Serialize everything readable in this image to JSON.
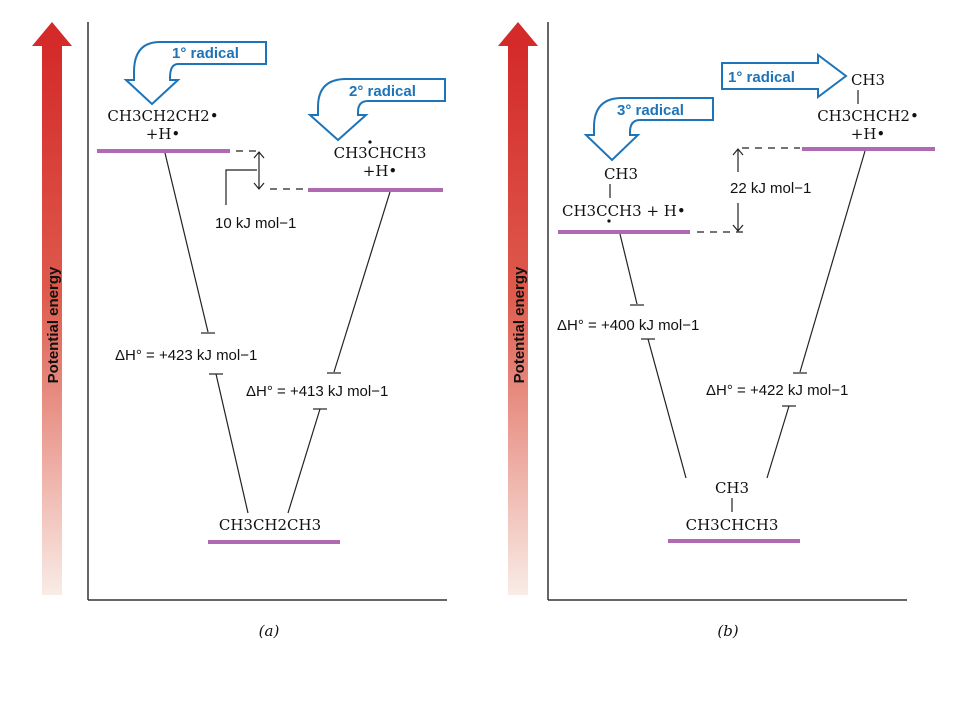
{
  "colors": {
    "level_line": "#b06ab3",
    "callout_blue": "#1e74b8",
    "arrow_top": "#d42a2a",
    "arrow_bottom": "#f9ece6"
  },
  "panel_a": {
    "y_axis_label": "Potential energy",
    "panel_label": "(a)",
    "callout_primary": "1° radical",
    "callout_secondary": "2° radical",
    "primary_product_line1": "CH3CH2CH2•",
    "primary_product_line2": "+H•",
    "secondary_product_line1": "CH3CHCH3",
    "secondary_product_line2": "+H•",
    "reactant": "CH3CH2CH3",
    "energy_gap": "10 kJ mol−1",
    "dh_primary": "ΔH° = +423 kJ mol−1",
    "dh_secondary": "ΔH° = +413 kJ mol−1"
  },
  "panel_b": {
    "y_axis_label": "Potential energy",
    "panel_label": "(b)",
    "callout_tertiary": "3° radical",
    "callout_primary": "1° radical",
    "tertiary_product_top": "CH3",
    "tertiary_product_line": "CH3CCH3 + H•",
    "primary_product_top": "CH3",
    "primary_product_line1": "CH3CHCH2•",
    "primary_product_line2": "+H•",
    "reactant_top": "CH3",
    "reactant": "CH3CHCH3",
    "energy_gap": "22 kJ mol−1",
    "dh_tertiary": "ΔH° = +400 kJ mol−1",
    "dh_primary": "ΔH° = +422 kJ mol−1"
  }
}
